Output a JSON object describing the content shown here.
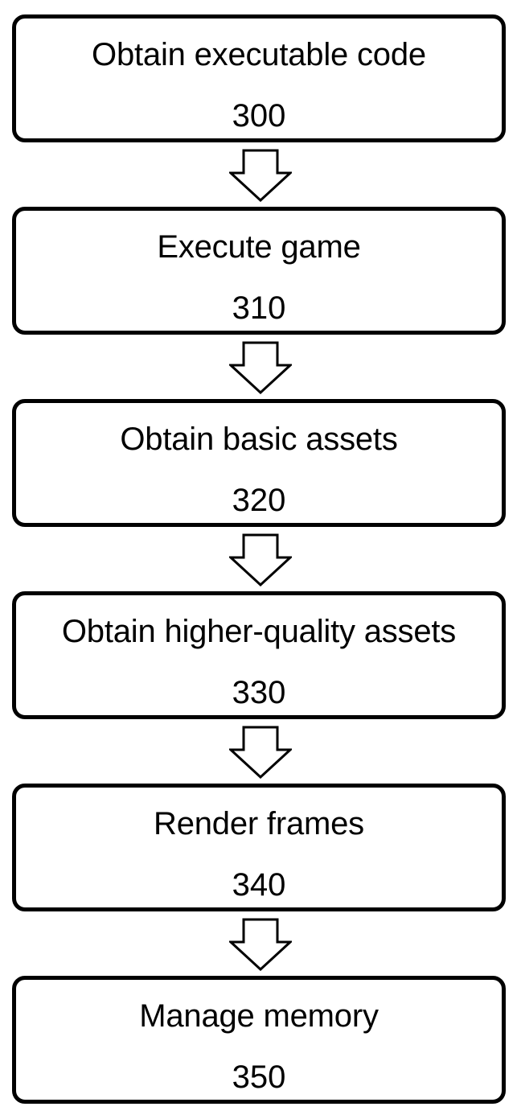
{
  "steps": [
    {
      "label": "Obtain executable code",
      "number": "300"
    },
    {
      "label": "Execute game",
      "number": "310"
    },
    {
      "label": "Obtain basic assets",
      "number": "320"
    },
    {
      "label": "Obtain higher-quality assets",
      "number": "330"
    },
    {
      "label": "Render frames",
      "number": "340"
    },
    {
      "label": "Manage memory",
      "number": "350"
    }
  ],
  "arrows": [
    {
      "icon": "down-arrow-icon"
    },
    {
      "icon": "down-arrow-icon"
    },
    {
      "icon": "down-arrow-icon"
    },
    {
      "icon": "down-arrow-icon"
    },
    {
      "icon": "down-arrow-icon"
    }
  ]
}
